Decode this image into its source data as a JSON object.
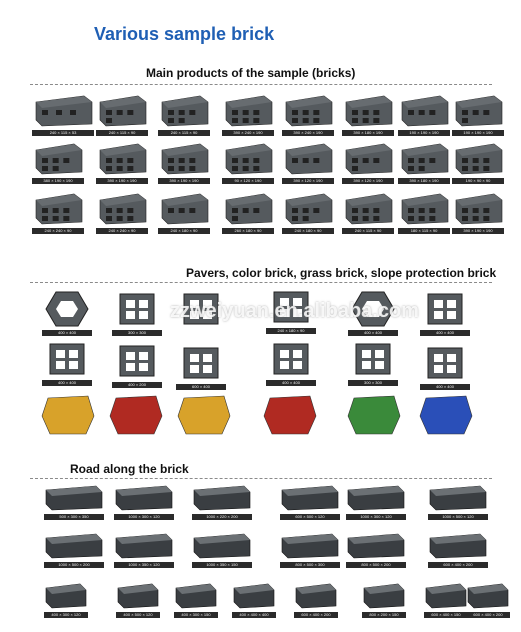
{
  "title": "Various sample brick",
  "section1": {
    "heading": "Main products of the sample (bricks)",
    "captions": [
      "240 × 115 × 53",
      "240 × 115 × 90",
      "240 × 115 × 90",
      "390 × 240 × 190",
      "390 × 240 × 190",
      "390 × 180 × 190",
      "190 × 190 × 190",
      "190 × 190 × 190",
      "380 × 190 × 190",
      "390 × 190 × 190",
      "390 × 190 × 190",
      "90 × 120 × 190",
      "390 × 120 × 190",
      "390 × 120 × 190",
      "390 × 180 × 190",
      "190 × 90 × 90",
      "240 × 240 × 90",
      "240 × 240 × 90",
      "240 × 180 × 90",
      "260 × 180 × 90",
      "240 × 180 × 90",
      "240 × 115 × 90",
      "180 × 115 × 90",
      "390 × 190 × 190"
    ]
  },
  "section2": {
    "heading": "Pavers, color brick, grass brick, slope protection brick",
    "captions": [
      "400 × 400",
      "300 × 300",
      "",
      "240 × 180 × 90",
      "400 × 400",
      "400 × 400",
      "400 × 400",
      "400 × 200",
      "600 × 400",
      "400 × 400",
      "300 × 300",
      "400 × 400"
    ]
  },
  "section3": {
    "heading": "Road along the brick",
    "captions": [
      "500 × 300 × 350",
      "1000 × 300 × 120",
      "1000 × 220 × 200",
      "600 × 500 × 120",
      "1000 × 300 × 120",
      "1000 × 500 × 120",
      "1000 × 500 × 200",
      "1000 × 350 × 120",
      "1000 × 350 × 150",
      "800 × 500 × 300",
      "800 × 500 × 200",
      "600 × 400 × 200",
      "400 × 300 × 120",
      "400 × 500 × 120",
      "400 × 300 × 150",
      "400 × 400 × 400",
      "600 × 400 × 200",
      "800 × 200 × 150",
      "600 × 400 × 150",
      "600 × 400 × 200"
    ]
  },
  "watermark": "zzweiyuan.en.alibaba.com",
  "colors": {
    "title": "#1f5fb4",
    "brick": "#555a5e",
    "brickDark": "#3a3e42",
    "paver_yellow": "#d8a22a",
    "paver_red": "#b02a22",
    "paver_green": "#3a8a3a",
    "paver_blue": "#2a4fb8"
  }
}
